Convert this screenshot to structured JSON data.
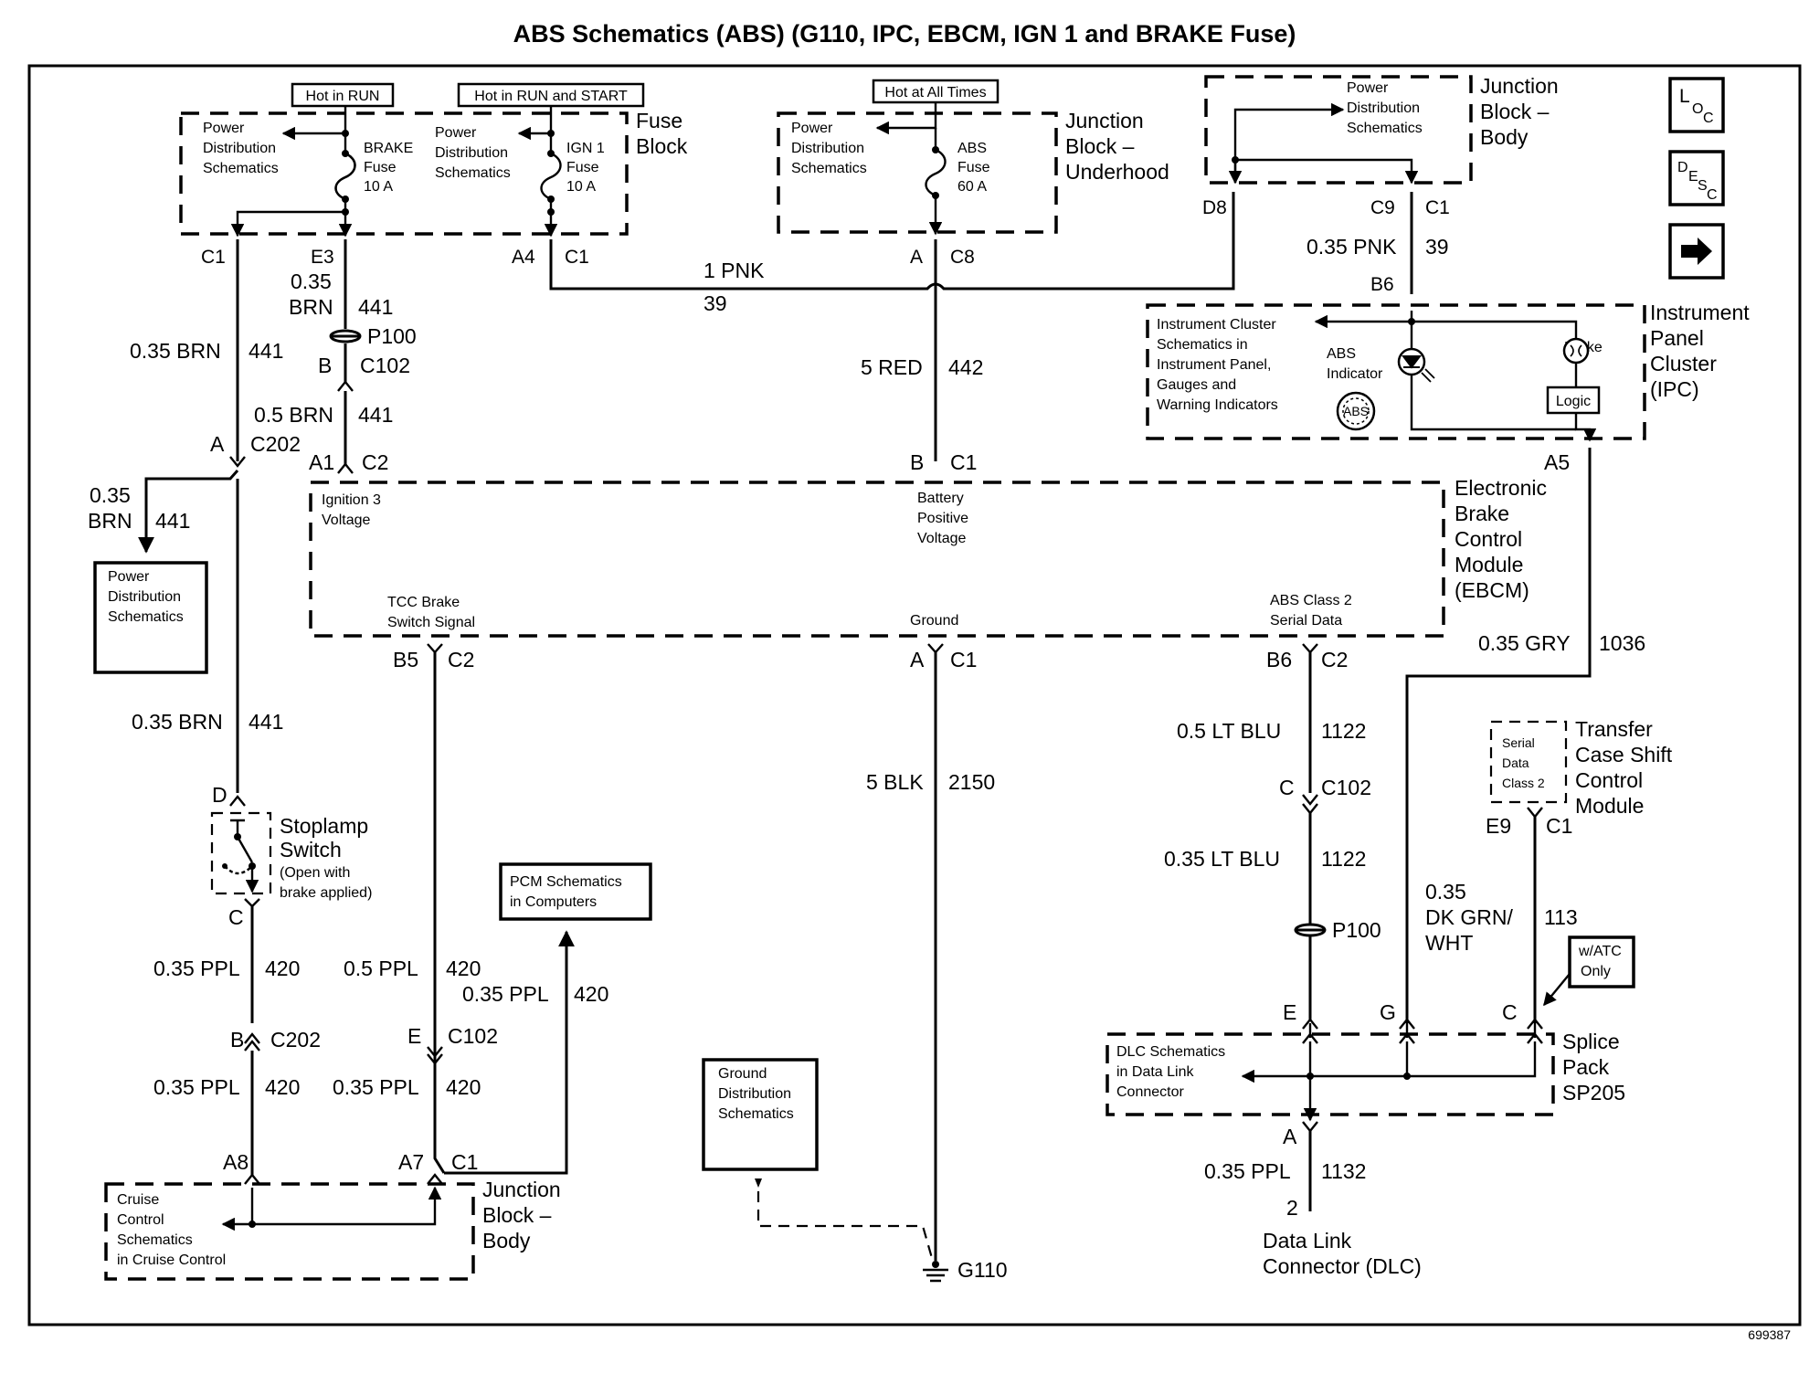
{
  "title": "ABS Schematics (ABS) (G110, IPC, EBCM, IGN 1 and BRAKE Fuse)",
  "doc_number": "699387",
  "nav": {
    "loc_label": "LOC",
    "desc_label": "DESC",
    "next_icon": "right-arrow-icon"
  },
  "hot_labels": {
    "run": "Hot in RUN",
    "run_start": "Hot in RUN and START",
    "all_times": "Hot at All Times"
  },
  "fuse_block": {
    "name_line1": "Fuse",
    "name_line2": "Block",
    "pds1": [
      "Power",
      "Distribution",
      "Schematics"
    ],
    "pds2": [
      "Power",
      "Distribution",
      "Schematics"
    ],
    "brake_fuse": [
      "BRAKE",
      "Fuse",
      "10 A"
    ],
    "ign1_fuse": [
      "IGN 1",
      "Fuse",
      "10 A"
    ]
  },
  "jb_underhood": {
    "name": [
      "Junction",
      "Block –",
      "Underhood"
    ],
    "pds": [
      "Power",
      "Distribution",
      "Schematics"
    ],
    "abs_fuse": [
      "ABS",
      "Fuse",
      "60 A"
    ]
  },
  "jb_body_top": {
    "name": [
      "Junction",
      "Block –",
      "Body"
    ],
    "pds": [
      "Power",
      "Distribution",
      "Schematics"
    ]
  },
  "ipc": {
    "name": [
      "Instrument",
      "Panel",
      "Cluster",
      "(IPC)"
    ],
    "ref": [
      "Instrument Cluster",
      "Schematics in",
      "Instrument Panel,",
      "Gauges and",
      "Warning Indicators"
    ],
    "abs_indicator": [
      "ABS",
      "Indicator"
    ],
    "abs_badge": "ABS",
    "brake_label": "Brake",
    "logic_label": "Logic"
  },
  "ebcm": {
    "name": [
      "Electronic",
      "Brake",
      "Control",
      "Module",
      "(EBCM)"
    ],
    "ign3": [
      "Ignition 3",
      "Voltage"
    ],
    "batt": [
      "Battery",
      "Positive",
      "Voltage"
    ],
    "tcc": [
      "TCC Brake",
      "Switch Signal"
    ],
    "ground": "Ground",
    "serial": [
      "ABS Class 2",
      "Serial Data"
    ]
  },
  "pds_box_left": [
    "Power",
    "Distribution",
    "Schematics"
  ],
  "stoplamp": {
    "name": [
      "Stoplamp",
      "Switch"
    ],
    "note": [
      "(Open with",
      "brake applied)"
    ]
  },
  "pcm_box": [
    "PCM Schematics",
    "in Computers"
  ],
  "gnd_box": [
    "Ground",
    "Distribution",
    "Schematics"
  ],
  "ground_id": "G110",
  "jb_body_bottom": {
    "name": [
      "Junction",
      "Block –",
      "Body"
    ],
    "ref": [
      "Cruise",
      "Control",
      "Schematics",
      "in Cruise Control"
    ]
  },
  "tcscm": {
    "name": [
      "Transfer",
      "Case Shift",
      "Control",
      "Module"
    ],
    "ref": [
      "Serial",
      "Data",
      "Class 2"
    ]
  },
  "watc": [
    "w/ATC",
    "Only"
  ],
  "splice": {
    "name": [
      "Splice",
      "Pack",
      "SP205"
    ],
    "ref": [
      "DLC Schematics",
      "in Data Link",
      "Connector"
    ]
  },
  "dlc": [
    "Data Link",
    "Connector (DLC)"
  ],
  "connectors": {
    "c1_fb": "C1",
    "e3": "E3",
    "a4": "A4",
    "c1_fb2": "C1",
    "a_c8": "A",
    "c8": "C8",
    "d8": "D8",
    "c9": "C9",
    "c1_jb": "C1",
    "b6_ipc": "B6",
    "b_c102": "B",
    "c102": "C102",
    "a_c202": "A",
    "c202": "C202",
    "a1": "A1",
    "c2_a1": "C2",
    "b_c1": "B",
    "c1_batt": "C1",
    "a5": "A5",
    "b5": "B5",
    "c2_b5": "C2",
    "a_gnd": "A",
    "c1_gnd": "C1",
    "b6_ebcm": "B6",
    "c2_b6": "C2",
    "d": "D",
    "c_sw": "C",
    "b_c202b": "B",
    "c202b": "C202",
    "e_c102b": "E",
    "c102b": "C102",
    "c_c102r": "C",
    "c102r": "C102",
    "e9": "E9",
    "c1_e9": "C1",
    "e_sp": "E",
    "g_sp": "G",
    "c_sp": "C",
    "a_sp": "A",
    "pin2": "2",
    "a8": "A8",
    "a7": "A7",
    "c1_a7": "C1",
    "p100": "P100",
    "p100b": "P100"
  },
  "wires": {
    "w1pnk": "1 PNK",
    "w39": "39",
    "w035pnk": "0.35 PNK",
    "w39b": "39",
    "w035brn_e3a": "0.35",
    "w035brn_e3b": "BRN",
    "w441_e3": "441",
    "w035brn_c1": "0.35 BRN",
    "w441_c1": "441",
    "w05brn": "0.5 BRN",
    "w441_05": "441",
    "w5red": "5 RED",
    "w442": "442",
    "w035brn_pds_a": "0.35",
    "w035brn_pds_b": "BRN",
    "w441_pds": "441",
    "w035brn_sw": "0.35 BRN",
    "w441_sw": "441",
    "w035ppl_a": "0.35 PPL",
    "w420_a": "420",
    "w05ppl": "0.5 PPL",
    "w420_b": "420",
    "w035ppl_pcm": "0.35 PPL",
    "w420_pcm": "420",
    "w035ppl_b": "0.35 PPL",
    "w420_c": "420",
    "w035ppl_c": "0.35 PPL",
    "w420_d": "420",
    "w5blk": "5 BLK",
    "w2150": "2150",
    "w035gry": "0.35 GRY",
    "w1036": "1036",
    "w05ltblu": "0.5 LT BLU",
    "w1122a": "1122",
    "w035ltblu": "0.35 LT BLU",
    "w1122b": "1122",
    "w035dkgrn_a": "0.35",
    "w035dkgrn_b": "DK GRN/",
    "w035dkgrn_c": "WHT",
    "w113": "113",
    "w035ppl_dlc": "0.35 PPL",
    "w1132": "1132"
  }
}
